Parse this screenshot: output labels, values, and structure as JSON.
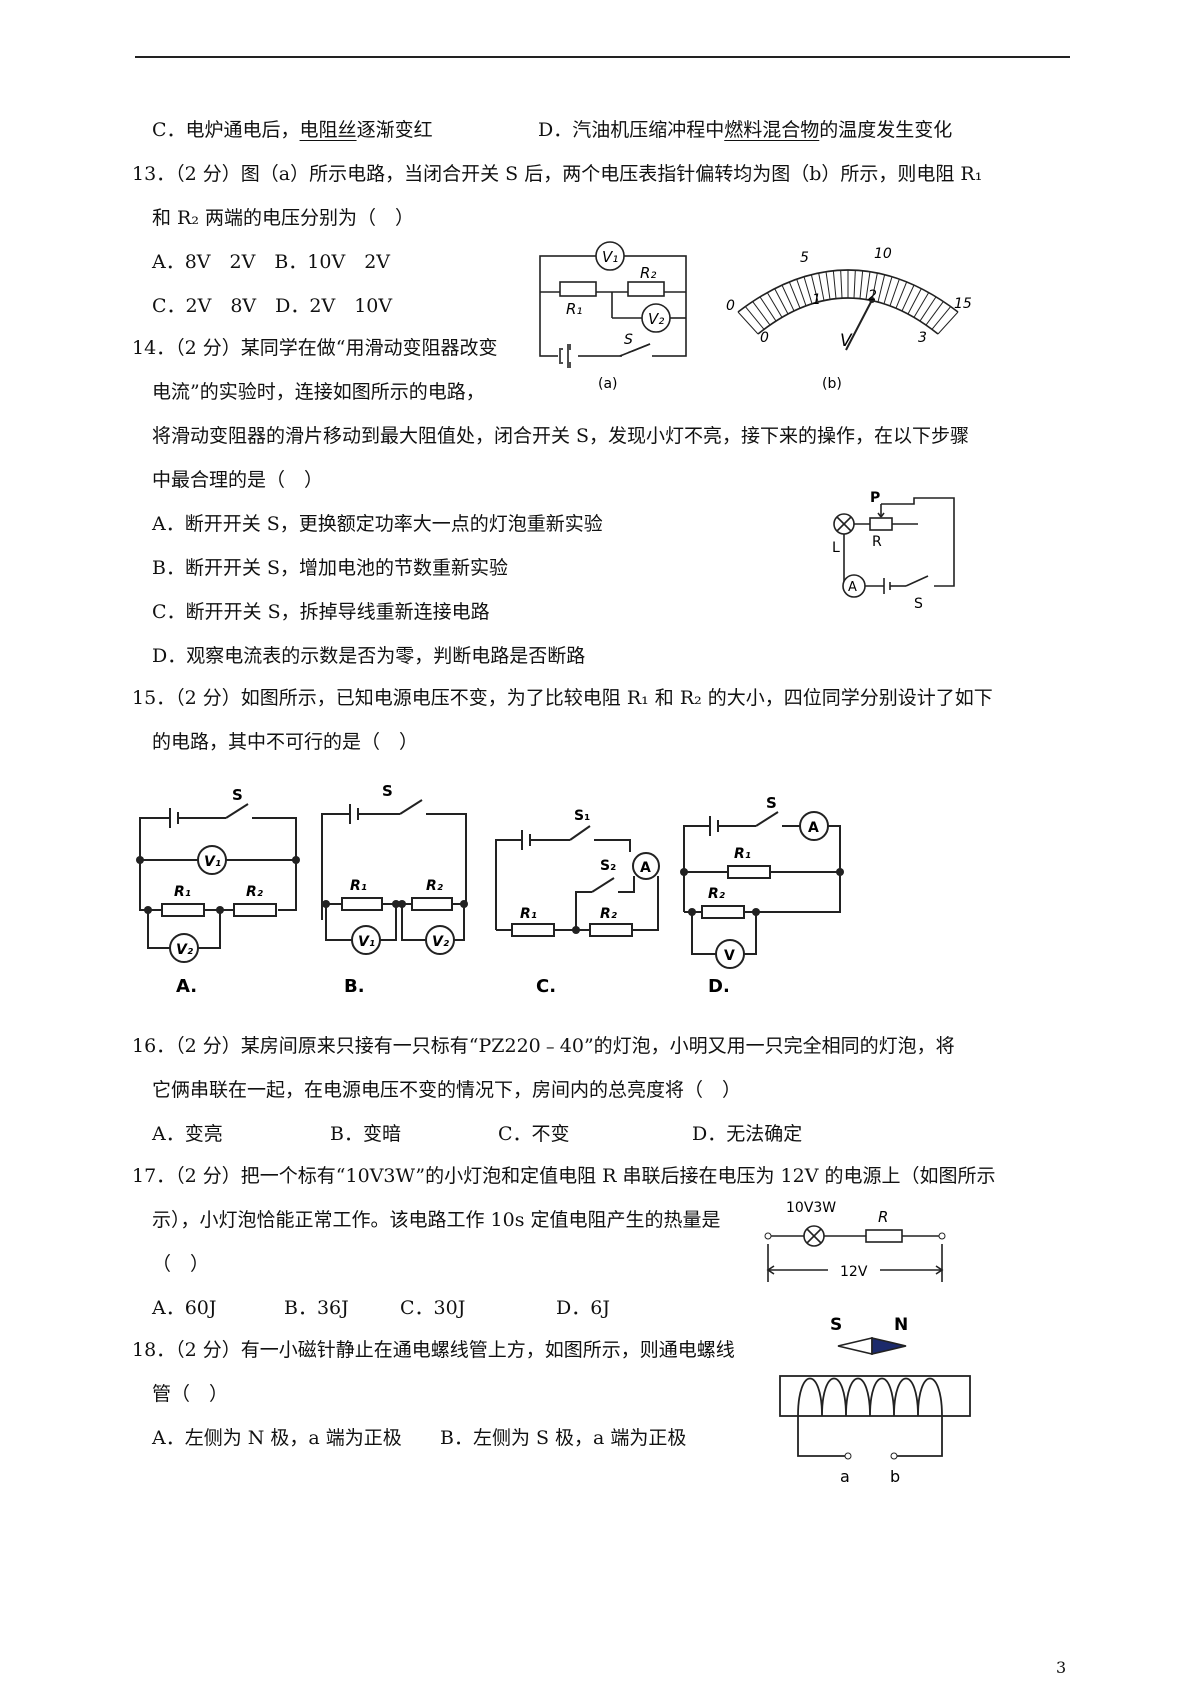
{
  "prev": {
    "c": [
      "C．电炉通电后，",
      "电阻丝",
      "逐渐变红"
    ],
    "d": [
      "D．汽油机压缩冲程中",
      "燃料混合物",
      "的温度发生变化"
    ]
  },
  "q13": {
    "stem1": "13．（2 分）图（a）所示电路，当闭合开关 S 后，两个电压表指针偏转均为图（b）所示，则电阻 R₁",
    "stem2": "和 R₂ 两端的电压分别为（　）",
    "row1": "A．8V　2V　B．10V　2V",
    "row2": "C．2V　8V　D．2V　10V",
    "fig": {
      "v1": "V₁",
      "v2": "V₂",
      "r1": "R₁",
      "r2": "R₂",
      "s": "S",
      "cap_a": "(a)",
      "cap_b": "(b)",
      "top_ticks": [
        "0",
        "5",
        "10",
        "15"
      ],
      "bottom_ticks": [
        "0",
        "1",
        "2",
        "3"
      ],
      "meter": "V"
    }
  },
  "q14": {
    "stem1": "14．（2 分）某同学在做“用滑动变阻器改变",
    "stem2": "电流”的实验时，连接如图所示的电路，",
    "stem3": "将滑动变阻器的滑片移动到最大阻值处，闭合开关 S，发现小灯不亮，接下来的操作，在以下步骤",
    "stem4": "中最合理的是（　）",
    "a": "A．断开开关 S，更换额定功率大一点的灯泡重新实验",
    "b": "B．断开开关 S，增加电池的节数重新实验",
    "c": "C．断开开关 S，拆掉导线重新连接电路",
    "d": "D．观察电流表的示数是否为零，判断电路是否断路",
    "fig": {
      "p": "P",
      "l": "L",
      "r": "R",
      "a": "A",
      "s": "S"
    }
  },
  "q15": {
    "stem1": "15．（2 分）如图所示，已知电源电压不变，为了比较电阻 R₁ 和 R₂ 的大小，四位同学分别设计了如下",
    "stem2": "的电路，其中不可行的是（　）",
    "labels": [
      "A.",
      "B.",
      "C.",
      "D."
    ],
    "fig": {
      "s": "S",
      "s1": "S₁",
      "s2": "S₂",
      "r1": "R₁",
      "r2": "R₂",
      "v": "V",
      "v1": "V₁",
      "v2": "V₂",
      "a": "A"
    }
  },
  "q16": {
    "stem1": "16．（2 分）某房间原来只接有一只标有“PZ220﹣40”的灯泡，小明又用一只完全相同的灯泡，将",
    "stem2": "它俩串联在一起，在电源电压不变的情况下，房间内的总亮度将（　）",
    "a": "A．变亮",
    "b": "B．变暗",
    "c": "C．不变",
    "d": "D．无法确定"
  },
  "q17": {
    "stem1": "17．（2 分）把一个标有“10V3W”的小灯泡和定值电阻 R 串联后接在电压为 12V 的电源上（如图所示",
    "stem2": "示），小灯泡恰能正常工作。该电路工作 10s 定值电阻产生的热量是",
    "stem3": "（　）",
    "a": "A．60J",
    "b": "B．36J",
    "c": "C．30J",
    "d": "D．6J",
    "fig": {
      "lamp": "10V3W",
      "r": "R",
      "v": "12V"
    }
  },
  "q18": {
    "stem1": "18．（2 分）有一小磁针静止在通电螺线管上方，如图所示，则通电螺线",
    "stem2": "管（　）",
    "a": "A．左侧为 N 极，a 端为正极",
    "b": "B．左侧为 S 极，a 端为正极",
    "fig": {
      "s": "S",
      "n": "N",
      "a": "a",
      "b": "b"
    }
  },
  "page_number": "3"
}
